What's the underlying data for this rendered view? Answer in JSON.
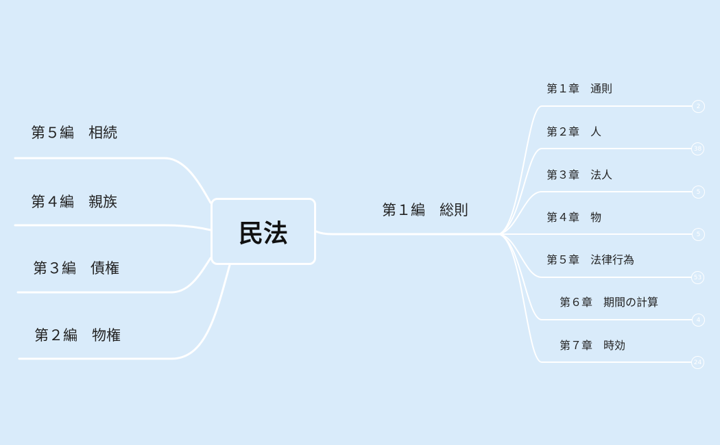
{
  "root": {
    "label": "民法"
  },
  "left_branches": [
    {
      "label": "第５編　相続"
    },
    {
      "label": "第４編　親族"
    },
    {
      "label": "第３編　債権"
    },
    {
      "label": "第２編　物権"
    }
  ],
  "right_branch": {
    "label": "第１編　総則",
    "children": [
      {
        "label": "第１章　通則",
        "count": "2"
      },
      {
        "label": "第２章　人",
        "count": "38"
      },
      {
        "label": "第３章　法人",
        "count": "5"
      },
      {
        "label": "第４章　物",
        "count": "5"
      },
      {
        "label": "第５章　法律行為",
        "count": "53"
      },
      {
        "label": "第６章　期間の計算",
        "count": "4"
      },
      {
        "label": "第７章　時効",
        "count": "24"
      }
    ]
  },
  "colors": {
    "background": "#d9ebfa",
    "connector": "#ffffff",
    "text": "#222222"
  }
}
